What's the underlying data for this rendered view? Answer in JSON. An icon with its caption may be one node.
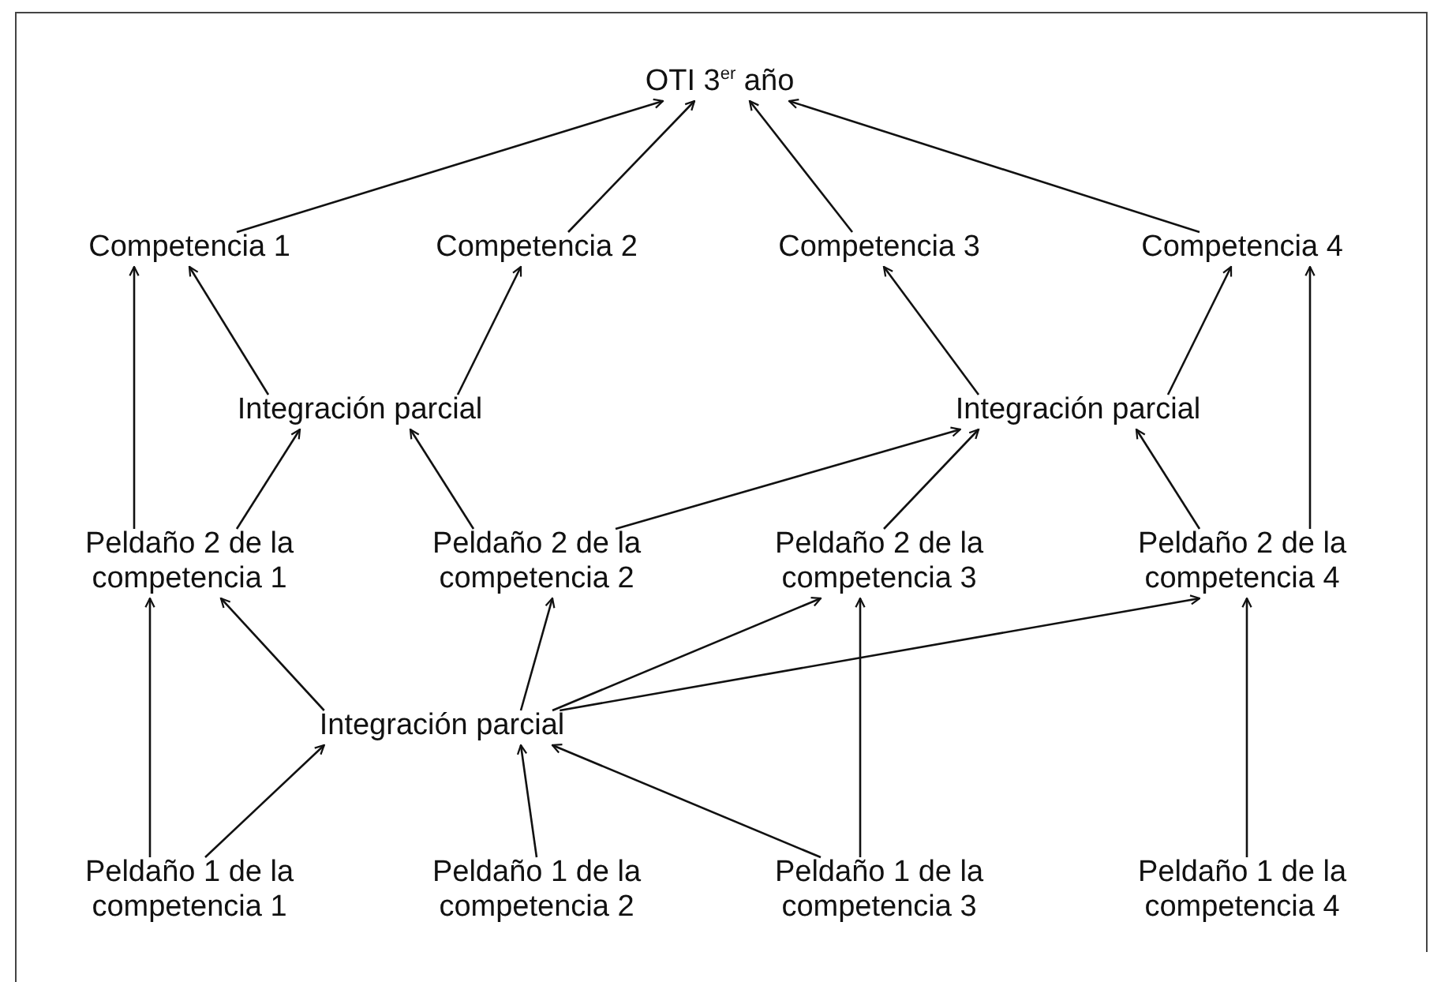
{
  "diagram": {
    "nodes": [
      {
        "text": [
          "OTI 3$^{er}$ año"
        ]
      },
      {
        "text": [
          "Competencia 1"
        ]
      },
      {
        "text": [
          "Competencia 2"
        ]
      },
      {
        "text": [
          "Competencia 3"
        ]
      },
      {
        "text": [
          "Competencia 4"
        ]
      },
      {
        "text": [
          "Integración parcial"
        ]
      },
      {
        "text": [
          "Integración parcial"
        ]
      },
      {
        "text": [
          "Peldaño 2 de la competencia 1"
        ]
      },
      {
        "text": [
          "Peldaño 2 de la competencia 2"
        ]
      },
      {
        "text": [
          "Peldaño 2 de la competencia 3"
        ]
      },
      {
        "text": [
          "Peldaño 2 de la competencia 4"
        ]
      },
      {
        "text": [
          "Integración parcial"
        ]
      },
      {
        "text": [
          "Peldaño 1 de la competencia 1"
        ]
      },
      {
        "text": [
          "Peldaño 1 de la competencia 2"
        ]
      },
      {
        "text": [
          "Peldaño 1 de la competencia 3"
        ]
      },
      {
        "text": [
          "Peldaño 1 de la competencia 4"
        ]
      }
    ],
    "edges": [
      {
        "from": 1,
        "to": 0,
        "arrow": "to"
      },
      {
        "from": 2,
        "to": 0,
        "arrow": "to"
      },
      {
        "from": 3,
        "to": 0,
        "arrow": "to"
      },
      {
        "from": 4,
        "to": 0,
        "arrow": "to"
      },
      {
        "from": 5,
        "to": 1,
        "arrow": "to"
      },
      {
        "from": 5,
        "to": 2,
        "arrow": "to"
      },
      {
        "from": 6,
        "to": 3,
        "arrow": "to"
      },
      {
        "from": 6,
        "to": 4,
        "arrow": "to"
      },
      {
        "from": 7,
        "to": 1,
        "arrow": "to"
      },
      {
        "from": 7,
        "to": 5,
        "arrow": "to"
      },
      {
        "from": 8,
        "to": 5,
        "arrow": "to"
      },
      {
        "from": 8,
        "to": 6,
        "arrow": "to"
      },
      {
        "from": 9,
        "to": 6,
        "arrow": "to"
      },
      {
        "from": 10,
        "to": 6,
        "arrow": "to"
      },
      {
        "from": 10,
        "to": 4,
        "arrow": "to"
      },
      {
        "from": 11,
        "to": 7,
        "arrow": "to"
      },
      {
        "from": 11,
        "to": 8,
        "arrow": "to"
      },
      {
        "from": 11,
        "to": 9,
        "arrow": "to"
      },
      {
        "from": 11,
        "to": 10,
        "arrow": "to"
      },
      {
        "from": 12,
        "to": 7,
        "arrow": "to"
      },
      {
        "from": 12,
        "to": 11,
        "arrow": "to"
      },
      {
        "from": 13,
        "to": 11,
        "arrow": "to"
      },
      {
        "from": 14,
        "to": 11,
        "arrow": "to"
      },
      {
        "from": 14,
        "to": 9,
        "arrow": "to"
      },
      {
        "from": 15,
        "to": 10,
        "arrow": "to"
      }
    ]
  }
}
